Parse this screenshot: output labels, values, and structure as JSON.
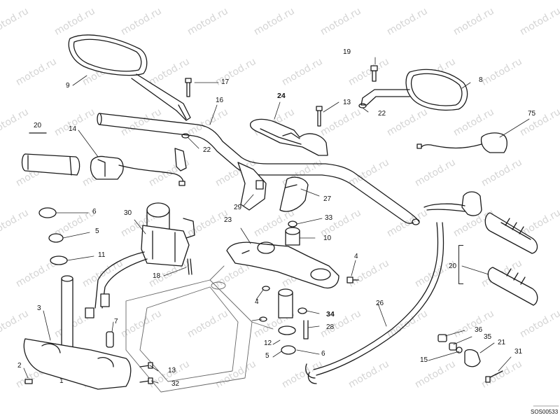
{
  "diagram": {
    "watermark_text": "motod.ru",
    "drawing_code": "SOS00533",
    "callouts": {
      "c9": "9",
      "c17": "17",
      "c16": "16",
      "c19": "19",
      "c8": "8",
      "c24": "24",
      "c13a": "13",
      "c22a": "22",
      "c22b": "22",
      "c20a": "20",
      "c14": "14",
      "c75": "75",
      "c6a": "6",
      "c5a": "5",
      "c11": "11",
      "c30": "30",
      "c29": "29",
      "c27": "27",
      "c33": "33",
      "c23": "23",
      "c10": "10",
      "c4a": "4",
      "c18": "18",
      "c3": "3",
      "c7": "7",
      "c4b": "4",
      "c1": "1",
      "c2": "2",
      "c13b": "13",
      "c32": "32",
      "c34": "34",
      "c28": "28",
      "c12": "12",
      "c5b": "5",
      "c6b": "6",
      "c26": "26",
      "c20b": "20",
      "c36": "36",
      "c35": "35",
      "c21": "21",
      "c15": "15",
      "c31": "31"
    }
  }
}
